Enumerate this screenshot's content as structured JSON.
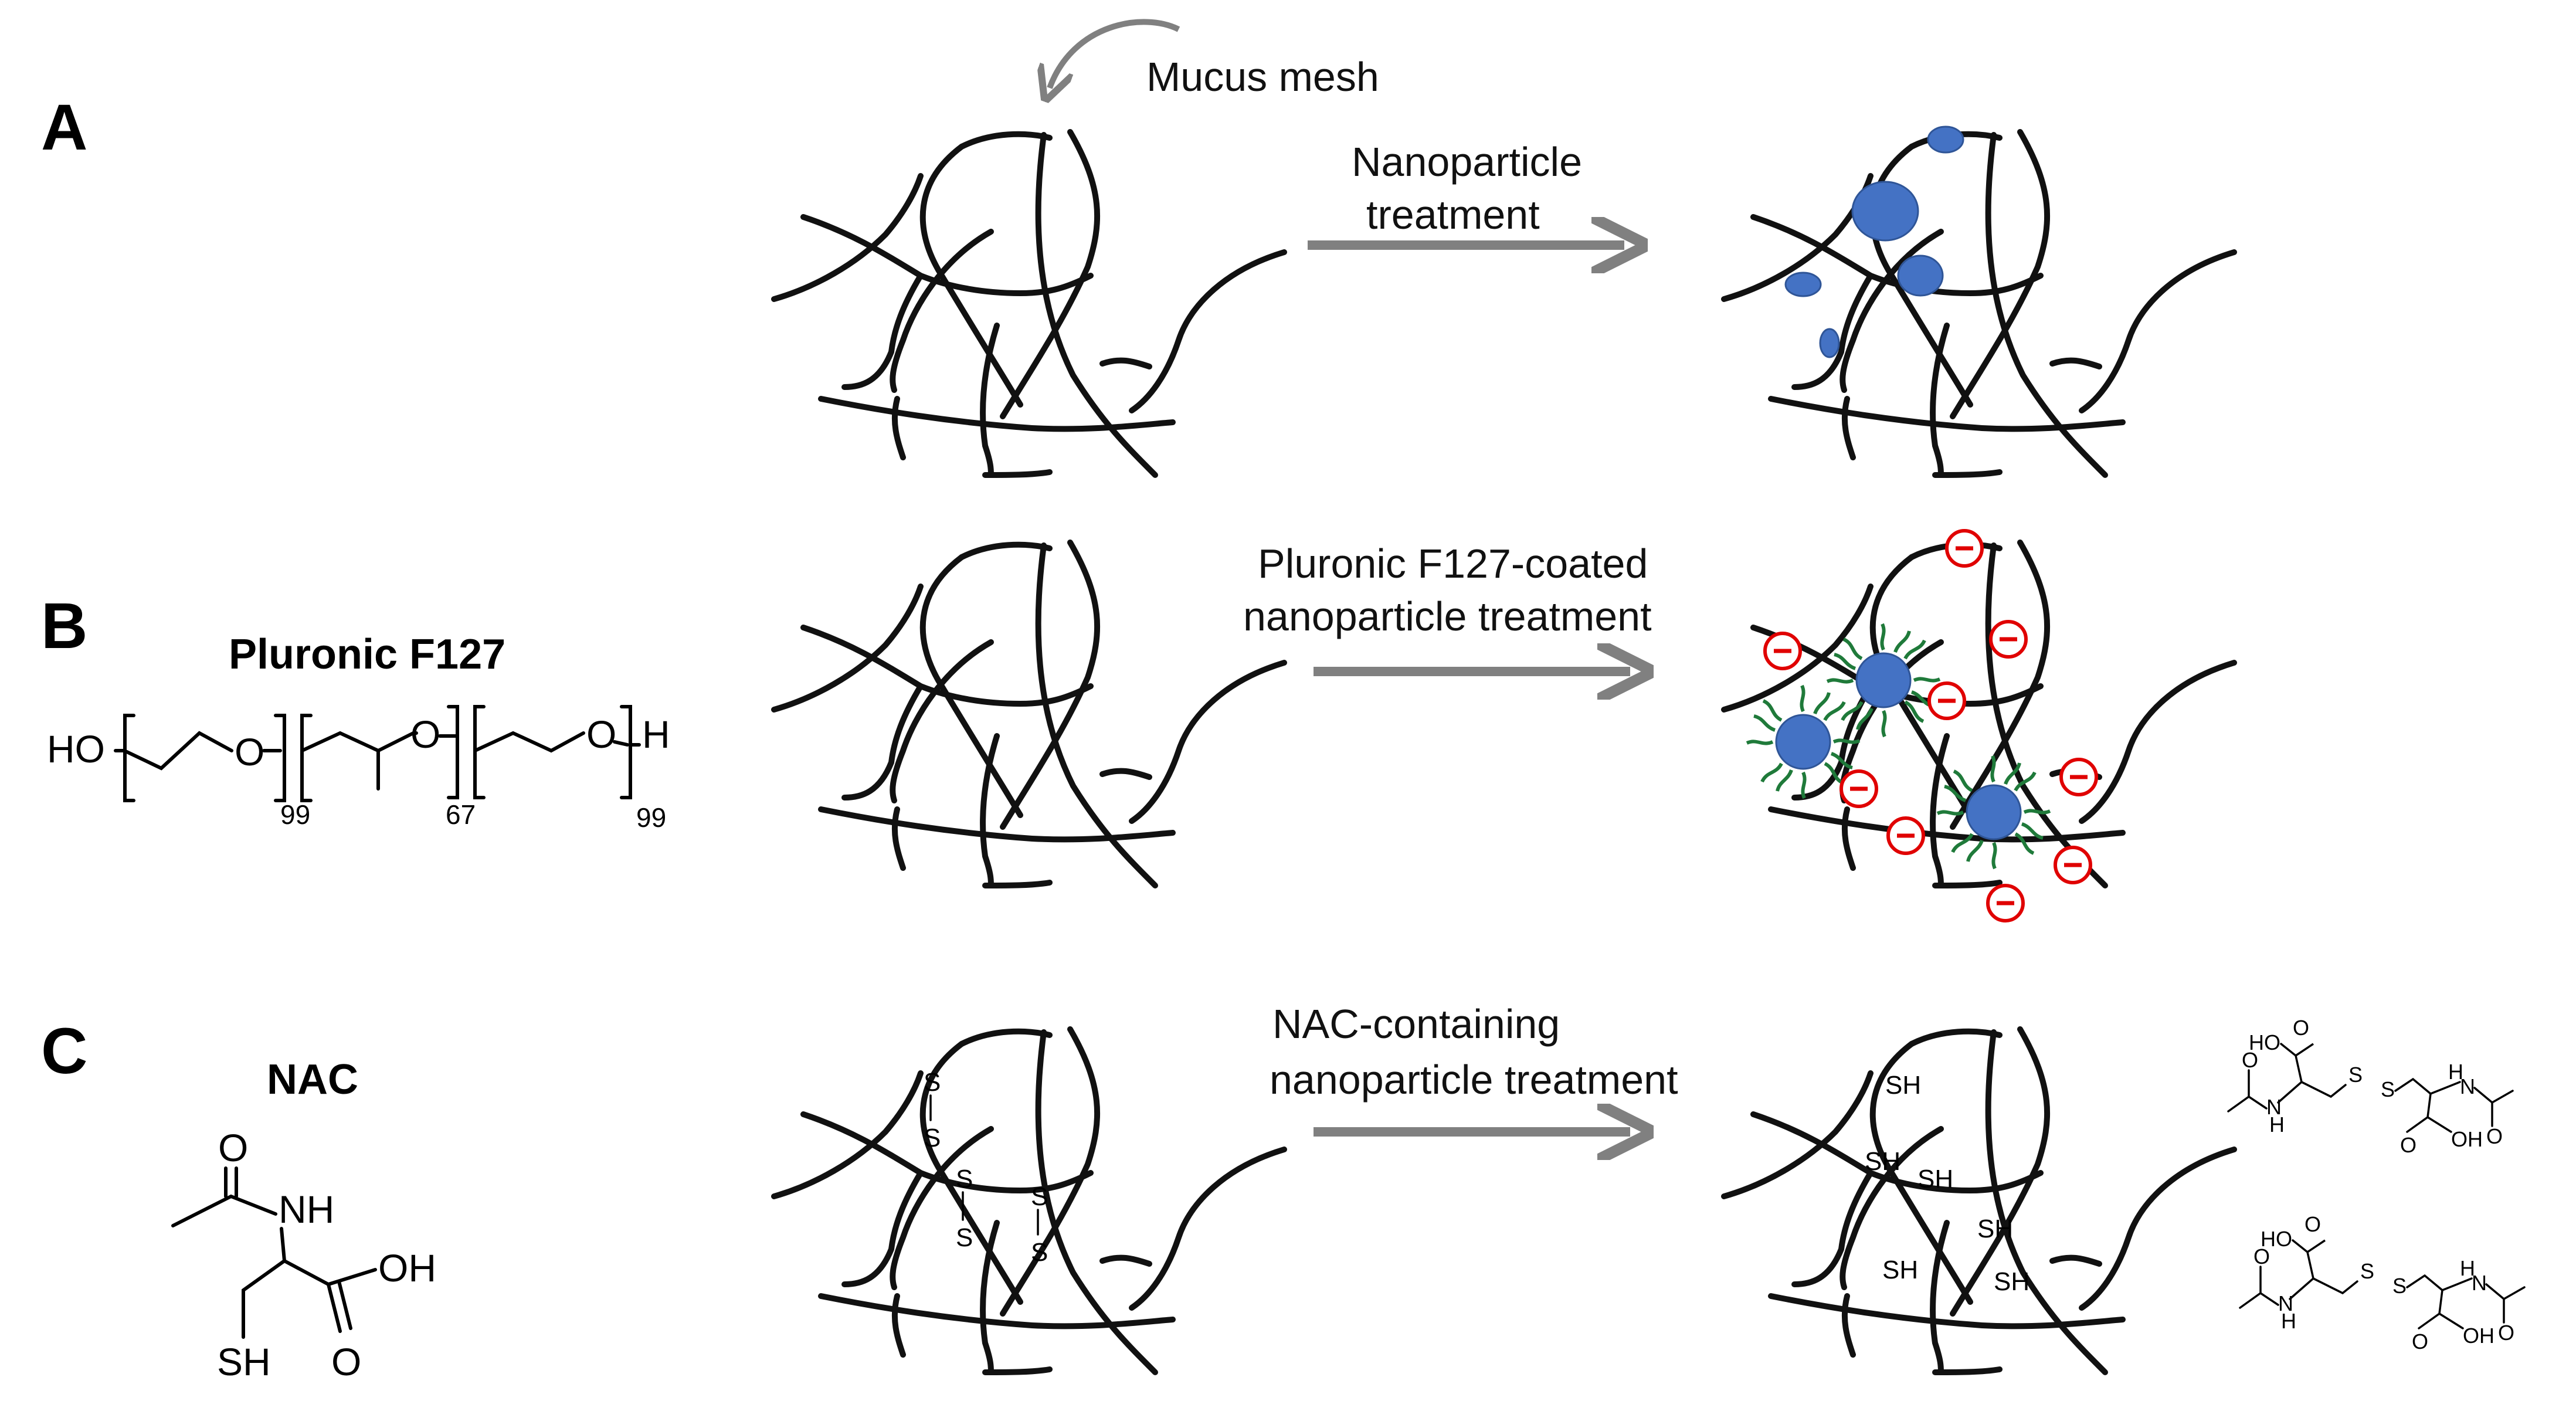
{
  "panels": {
    "a": {
      "letter": "A",
      "annotation": "Mucus mesh",
      "step": [
        "Nanoparticle",
        "treatment"
      ]
    },
    "b": {
      "letter": "B",
      "compound": "Pluronic F127",
      "step": [
        "Pluronic F127-coated",
        "nanoparticle treatment"
      ],
      "formula": {
        "ho": "HO",
        "o1": "O",
        "o2": "O",
        "o3": "O",
        "h": "H",
        "n1": "99",
        "n2": "67",
        "n3": "99"
      }
    },
    "c": {
      "letter": "C",
      "compound": "NAC",
      "step": [
        "NAC-containing",
        "nanoparticle treatment"
      ],
      "atoms": {
        "o": "O",
        "nh": "NH",
        "oh": "OH",
        "o2": "O",
        "sh": "SH"
      }
    }
  },
  "labels": {
    "s": "S",
    "sh": "SH",
    "minus": "−",
    "ho": "HO",
    "oh": "OH",
    "o": "O",
    "n": "N",
    "h": "H"
  },
  "colors": {
    "fiber": "#111111",
    "nanoparticle": "#4472c4",
    "nanoparticle_edge": "#2f5597",
    "peg": "#1f7a3a",
    "charge": "#e00000",
    "arrow": "#808080"
  }
}
